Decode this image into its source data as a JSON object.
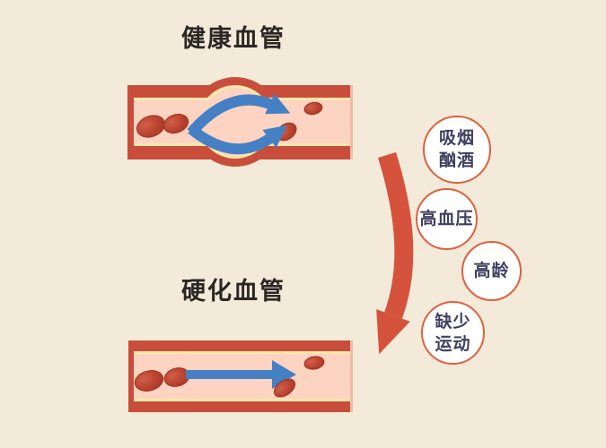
{
  "page": {
    "background": "#f4ead9",
    "description_visible_text_only": true
  },
  "healthy_section": {
    "title": "健康血管"
  },
  "hardened_section": {
    "title": "硬化血管"
  },
  "risk_factors": [
    {
      "label": "吸烟酗酒",
      "line1": "吸烟",
      "line2": "酗酒"
    },
    {
      "label": "高血压",
      "line1": "高血压"
    },
    {
      "label": "高龄",
      "line1": "高龄"
    },
    {
      "label": "缺少运动",
      "line1": "缺少",
      "line2": "运动"
    }
  ],
  "graphics": {
    "healthy_vessel": "elastic-vessel-with-bulge-two-curved-blue-flow-arrows",
    "hardened_vessel": "straight-rigid-vessel-single-straight-blue-flow-arrow",
    "progression_arrow": "large-red-curved-arrow-top-to-bottom",
    "blood_cells": "red-ellipse-cells"
  },
  "colors": {
    "background": "#f4ead9",
    "vessel_wall": "#c84e3b",
    "vessel_lining": "#fbe8ab",
    "vessel_lumen": "#fdd3c1",
    "vessel_end_edge": "#eebca9",
    "blood_cell": "#bb4330",
    "flow_arrow_blue": "#4680c4",
    "progression_arrow_red": "#d5533c",
    "risk_circle_border": "#e0603f",
    "risk_circle_fill": "#ffffff",
    "risk_text": "#3e4060",
    "title_text": "#2b2724"
  }
}
